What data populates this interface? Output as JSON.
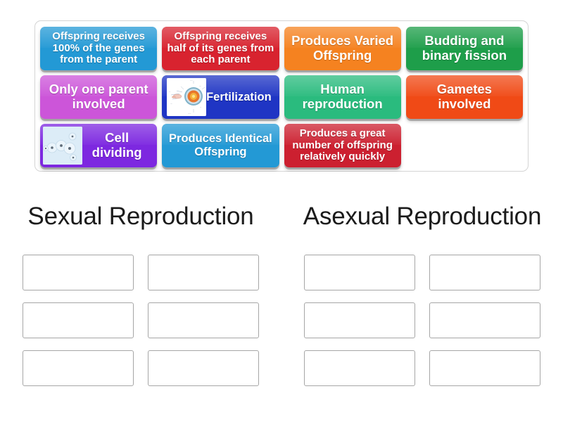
{
  "word_bank": {
    "rows": [
      [
        {
          "label": "Offspring receives 100% of the genes from the parent",
          "color": "#2399d5",
          "font": "fs-15",
          "image": null
        },
        {
          "label": "Offspring receives half of its genes from each parent",
          "color": "#d8232f",
          "font": "fs-15",
          "image": null
        },
        {
          "label": "Produces Varied Offspring",
          "color": "#f58220",
          "font": "fs-18",
          "image": null
        },
        {
          "label": "Budding and binary fission",
          "color": "#1e9e4a",
          "font": "fs-18",
          "image": null
        }
      ],
      [
        {
          "label": "Only one parent involved",
          "color": "#cc55d9",
          "font": "fs-18",
          "image": null
        },
        {
          "label": "Fertilization",
          "color": "#1f35c4",
          "font": "fs-16",
          "image": "fertilization-diagram"
        },
        {
          "label": "Human reproduction",
          "color": "#2abb7e",
          "font": "fs-18",
          "image": null
        },
        {
          "label": "Gametes involved",
          "color": "#f04a16",
          "font": "fs-18",
          "image": null
        }
      ],
      [
        {
          "label": "Cell dividing",
          "color": "#7d28e0",
          "font": "fs-18",
          "image": "cell-division-diagram"
        },
        {
          "label": "Produces Identical Offspring",
          "color": "#2399d5",
          "font": "fs-16",
          "image": null
        },
        {
          "label": "Produces a great number of offspring relatively quickly",
          "color": "#cc2030",
          "font": "fs-15",
          "image": null
        },
        {
          "label": "",
          "color": "",
          "font": "",
          "image": null,
          "empty": true
        }
      ]
    ]
  },
  "categories": [
    {
      "title": "Sexual Reproduction",
      "slots": 6
    },
    {
      "title": "Asexual Reproduction",
      "slots": 6
    }
  ],
  "colors": {
    "page_background": "#ffffff",
    "bank_border": "#d4d4d4",
    "dropzone_border": "#a6a6a6",
    "heading_text": "#1b1b1b",
    "tile_text": "#ffffff"
  }
}
